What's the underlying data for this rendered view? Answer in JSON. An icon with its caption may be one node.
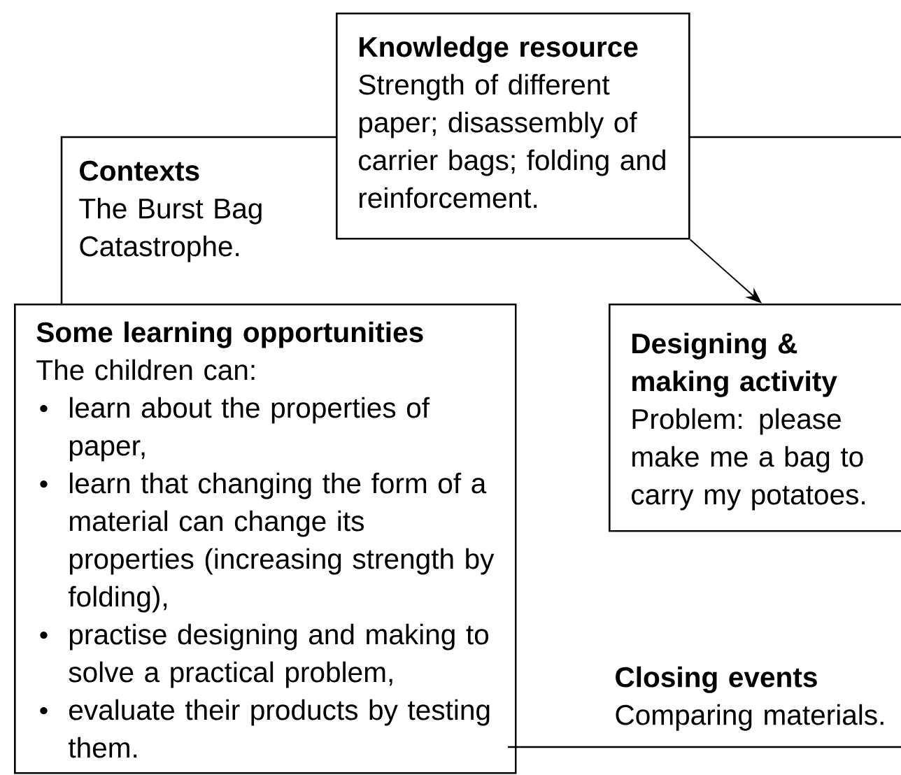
{
  "diagram": {
    "nodes": [
      {
        "text": [
          "Knowledge resource",
          "Strength of different paper; disassembly of carrier bags; folding and reinforcement."
        ]
      },
      {
        "text": [
          "Contexts",
          "The Burst Bag Catastrophe."
        ]
      },
      {
        "text": [
          "Some learning opportunities",
          "The children can:",
          "learn about the properties of paper,",
          "learn that changing the form of a material can change its properties (increasing strength by folding),",
          "practise designing and making to solve a practical problem,",
          "evaluate their products by testing them."
        ]
      },
      {
        "text": [
          "Designing & making activity",
          "Problem: please make me a bag to carry my potatoes."
        ]
      },
      {
        "text": [
          "Closing events",
          "Comparing materials."
        ]
      }
    ],
    "edges": [
      {
        "from": 0,
        "to": 3,
        "arrow": "to"
      }
    ]
  }
}
